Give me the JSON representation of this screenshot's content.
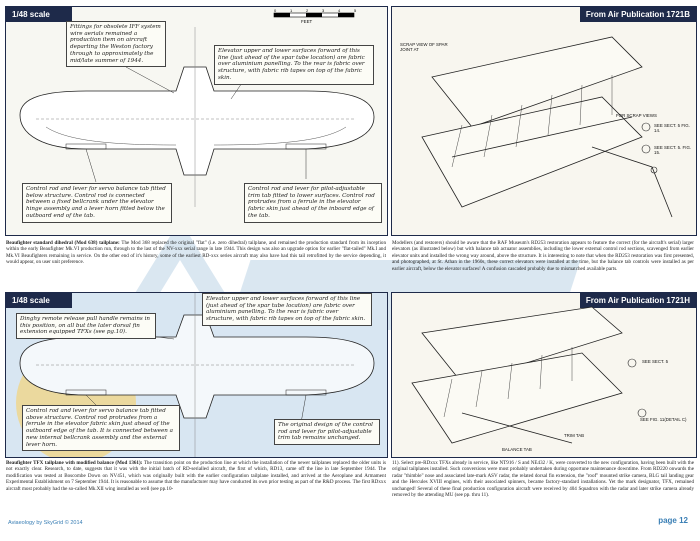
{
  "panels": {
    "top_left": {
      "scale": "1/48 scale",
      "scale_bar_unit": "FEET",
      "scale_ticks": [
        "0",
        "1",
        "2",
        "3",
        "4",
        "5"
      ],
      "note_fittings": "Fittings for obsolete IFF system wire aerials remained a production item on aircraft departing the Weston factory through to approximately the mid/late summer of 1944.",
      "note_elevator": "Elevator upper and lower surfaces forward of this line (just ahead of the spar tube location) are fabric over aluminium panelling. To the rear is fabric over structure, with fabric rib tapes on top of the fabric skin.",
      "note_servo": "Control rod and lever for servo balance tab fitted below structure. Control rod is connected between a fixed bellcrank under the elevator hinge assembly and a lever horn fitted below the outboard end of the tab.",
      "note_trim": "Control rod and lever for pilot-adjustable trim tab fitted to lower surfaces. Control rod protrudes from a ferrule in the elevator fabric skin just ahead of the inboard edge of the tab."
    },
    "top_right": {
      "title": "From Air Publication 1721B",
      "label_scrap": "SCRAP VIEW OF SPAR JOINT AT",
      "label_scrap_views": "FOR SCRAP VIEWS",
      "label_a": "SEE SECT. 5 FIG. 14.",
      "label_b": "SEE SECT. 5. FIG. 15."
    },
    "bottom_left": {
      "scale": "1/48 scale",
      "note_dinghy": "Dinghy remote release pull handle remains in this position, on all but the later dorsal fin extension equipped TFXs (see pg.10).",
      "note_elevator": "Elevator upper and lower surfaces forward of this line (just ahead of the spar tube location) are fabric over aluminium panelling. To the rear is fabric over structure, with fabric rib tapes on top of the fabric skin.",
      "note_servo": "Control rod and lever for servo balance tab fitted above structure. Control rod protrudes from a ferrule in the elevator fabric skin just ahead of the outboard edge of the tab. It is connected between a new internal bellcrank assembly and the external lever horn.",
      "note_original": "The original design of the control rod and lever for pilot-adjustable trim tab remains unchanged."
    },
    "bottom_right": {
      "title": "From Air Publication 1721H",
      "label_sect": "SEE SECT. 5",
      "label_fig": "SEE FIG. 11(DETAIL C)",
      "label_trim": "TRIM TAB",
      "label_balance": "BALANCE TAB"
    }
  },
  "captions": {
    "middle_left_heading": "Beaufighter standard dihedral (Mod 638) tailplane:",
    "middle_left_body": "The Mod 368 replaced the original \"flat\" (i.e. zero dihedral) tailplane, and remained the production standard from its inception within the early Beaufighter Mk.VI production run, through to the last of the NV-xxx serial range in late 1944. This design was also an upgrade option for earlier \"flat-tailed\" Mk.I and Mk.VI Beaufighters remaining in service. On the other end of it's history, some of the earliest RD-xxx series aircraft may also have had this tail retrofitted by the service depending, it would appear, on user unit preference.",
    "middle_right_body": "Modellers (and restorers) should be aware that the RAF Museum's RD253 restoration appears to feature the correct (for the aircraft's serial) larger elevators (as illustrated below) but with balance tab actuator assemblies, including the lower external control rod sections, scavenged from earlier elevator units and installed the wrong way around, above the structure. It is interesting to note that when the RD253 restoration was first presented, and photographed, at St. Athan in the 1960s, these correct elevators were installed at the time, but the balance tab controls were installed as per earlier aircraft, below the elevator surfaces! A confusion cascaded probably due to mismatched available parts.",
    "bottom_left_heading": "Beaufighter TFX tailplane with modified balance (Mod 1361):",
    "bottom_left_body": "The transition point on the production line at which the installation of the newer tailplanes replaced the older units is not exactly clear. Research, to date, suggests that it was with the initial batch of RD-serialled aircraft, the first of which, RD13, came off the line in late September 1944. The modification was tested at Boscombe Down on NV451, which was originally built with the earlier configuration tailplane installed, and arrived at the Aeroplane and Armament Experimental Establishment on 7 September 1944. It is reasonable to assume that the manufacturer may have conducted its own prior testing as part of the R&D process. The first RDxxx aircraft most probably had the so-called Mk.XII wing installed as well (see pp.10-",
    "bottom_right_body": "11). Select pre-RDxxx TFXs already in service, like NT916 / S and NE432 / K, were converted to the new configuration, having been built with the original tailplanes installed. Such conversions were most probably undertaken during opportune maintenance downtime. From RD220 onwards the radar \"thimble\" nose and associated late-mark ASV radar, the related dorsal fin extension, the \"roof\" mounted strike camera, BLG tail landing gear and the Hercules XVIII engines, with their associated spinners, became factory-standard installations. Yet the mark designator, TFX, remained unchanged! Several of these final production configuration aircraft were received by 404 Squadron with the radar and later strike camera already removed by the attending MU (see pp. thru 11)."
  },
  "footer": {
    "credit": "Aviaeology by SkyGrid © 2014",
    "page": "page 12"
  },
  "colors": {
    "navy": "#1e2a4a",
    "accent_blue": "#3a7fb5",
    "highlight_yellow": "#f3d37a"
  }
}
